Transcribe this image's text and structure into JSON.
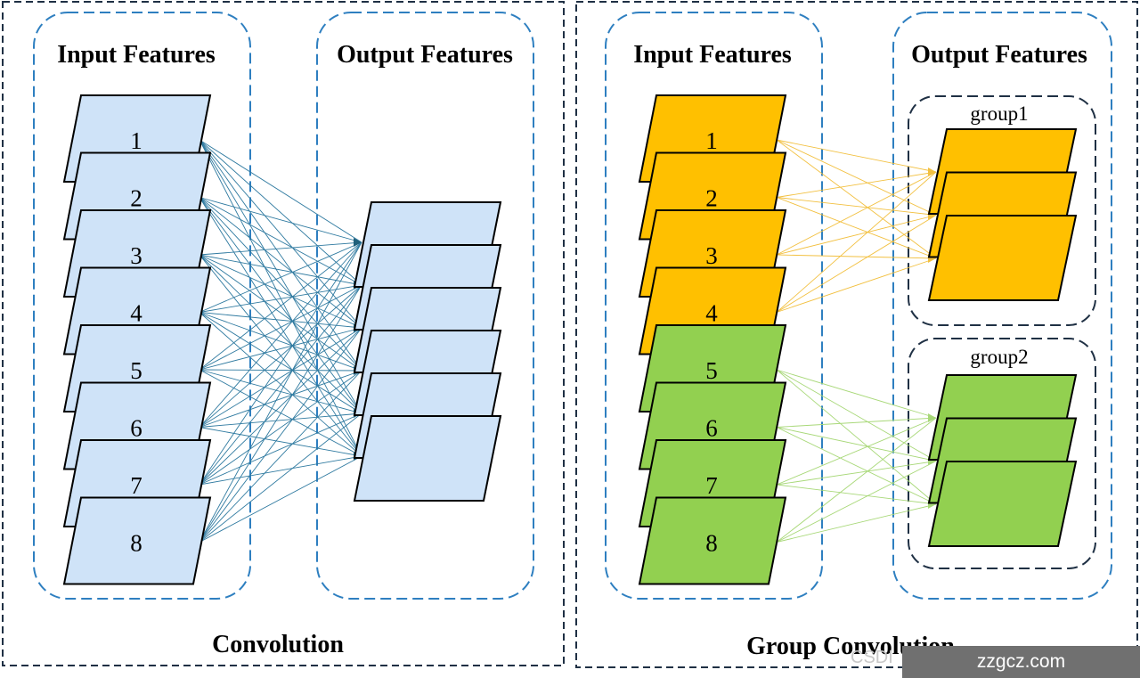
{
  "panels": {
    "convolution": {
      "input_title": "Input Features",
      "output_title": "Output Features",
      "caption": "Convolution",
      "inputs": [
        "1",
        "2",
        "3",
        "4",
        "5",
        "6",
        "7",
        "8"
      ],
      "input_color": "#cfe3f8",
      "output_count": 6,
      "output_color": "#cfe3f8",
      "line_color": "#2f7aa0"
    },
    "group_convolution": {
      "input_title": "Input Features",
      "output_title": "Output Features",
      "caption": "Group Convolution",
      "inputs": [
        "1",
        "2",
        "3",
        "4",
        "5",
        "6",
        "7",
        "8"
      ],
      "groups": [
        {
          "label": "group1",
          "color": "#ffc000",
          "line_color": "#f2c040",
          "inputs": [
            0,
            1,
            2,
            3
          ],
          "output_count": 3
        },
        {
          "label": "group2",
          "color": "#92d050",
          "line_color": "#a8d878",
          "inputs": [
            4,
            5,
            6,
            7
          ],
          "output_count": 3
        }
      ]
    }
  },
  "watermark": {
    "text": "zzgcz.com",
    "faint_text": "CSDI"
  }
}
